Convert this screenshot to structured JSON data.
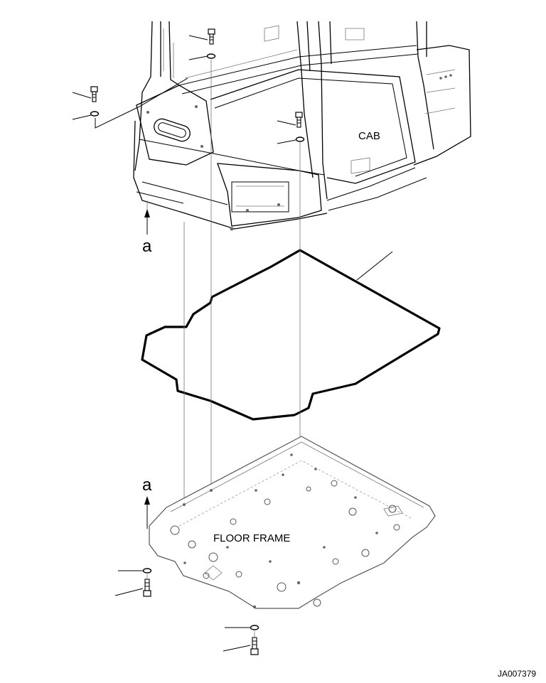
{
  "labels": {
    "cab": "CAB",
    "floor_frame": "FLOOR FRAME",
    "view_arrow_upper": "a",
    "view_arrow_lower": "a",
    "drawing_number": "JA007379"
  }
}
